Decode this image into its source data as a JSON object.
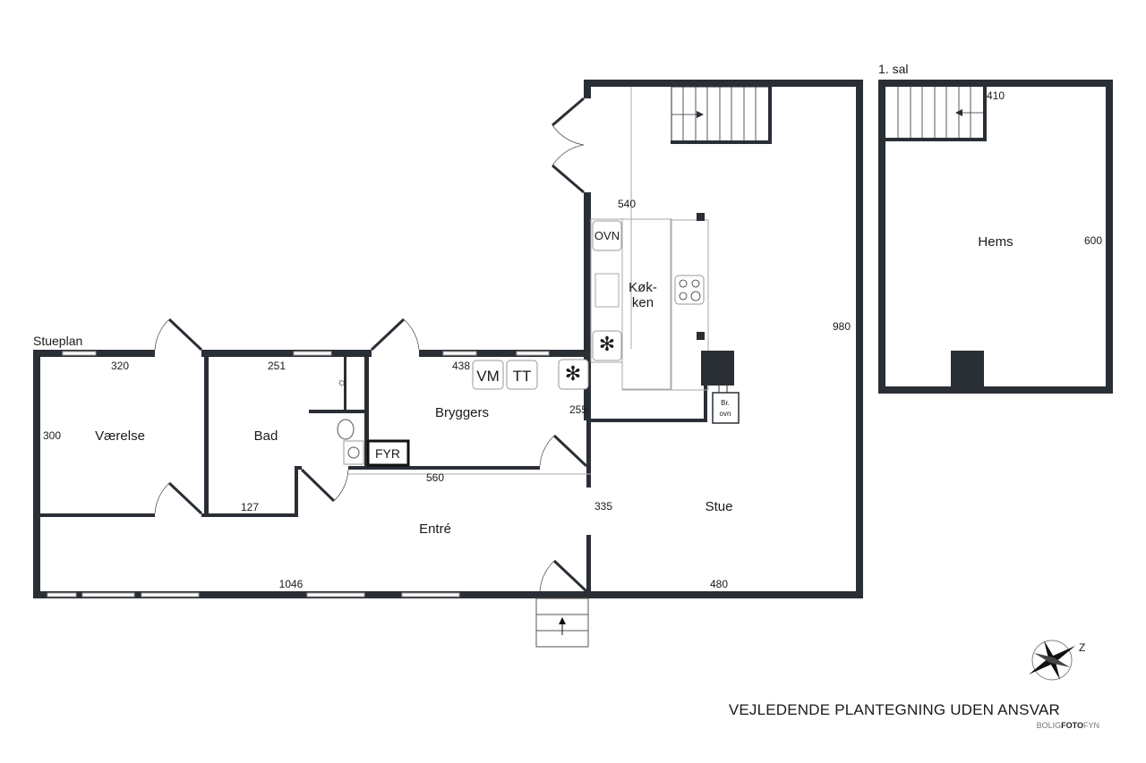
{
  "labels": {
    "ground_floor": "Stueplan",
    "first_floor": "1. sal"
  },
  "rooms": {
    "vaerelse": "Værelse",
    "bad": "Bad",
    "bryggers": "Bryggers",
    "entre": "Entré",
    "kokken_1": "Køk-",
    "kokken_2": "ken",
    "stue": "Stue",
    "hems": "Hems"
  },
  "dimensions": {
    "vaerelse_w": "320",
    "vaerelse_h": "300",
    "bad_w": "251",
    "bad_bottom": "127",
    "bryggers_w": "438",
    "bryggers_h": "255",
    "hall": "560",
    "entre_h": "335",
    "total_w": "1046",
    "kitchen_w": "540",
    "house_h": "980",
    "stue_w": "480",
    "hems_w": "410",
    "hems_h": "600"
  },
  "appliances": {
    "oven": "OVN",
    "washer": "VM",
    "dryer": "TT",
    "boiler": "FYR",
    "stove_1": "Br.",
    "stove_2": "ovn"
  },
  "footer": {
    "disclaimer": "VEJLEDENDE PLANTEGNING UDEN ANSVAR",
    "brand_1": "BOLIG",
    "brand_2": "FOTO",
    "brand_3": "FYN"
  }
}
